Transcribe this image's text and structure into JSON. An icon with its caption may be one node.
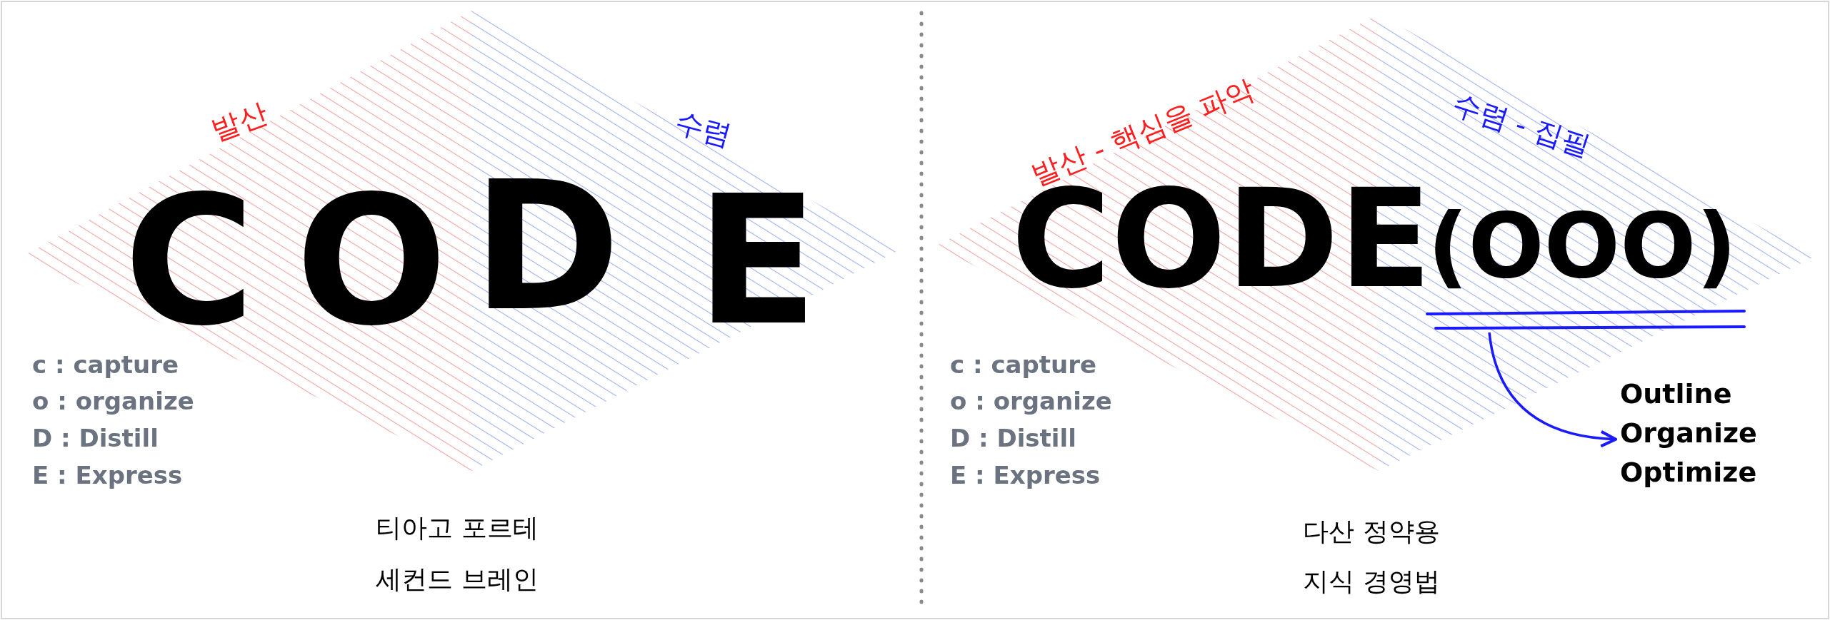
{
  "diagram": {
    "nodes": [
      {
        "text": [],
        "shape": "bar"
      },
      {
        "text": [
          "Outline Organize Optimize"
        ]
      }
    ],
    "edges": [
      {
        "from": 0,
        "to": 1,
        "arrow": "to"
      }
    ],
    "labels": [
      "발산",
      "수렴",
      "C",
      "O",
      "D",
      "E",
      "c : capture",
      "o : organize",
      "D : Distill",
      "E : Express",
      "티아고 포르테",
      "세컨드 브레인",
      "발산 - 핵심을 파악",
      "수렴 - 집필",
      "CODE",
      "(OOO)",
      "c : capture",
      "o : organize",
      "D : Distill",
      "E : Express",
      "다산 정약용",
      "지식 경영법"
    ]
  }
}
